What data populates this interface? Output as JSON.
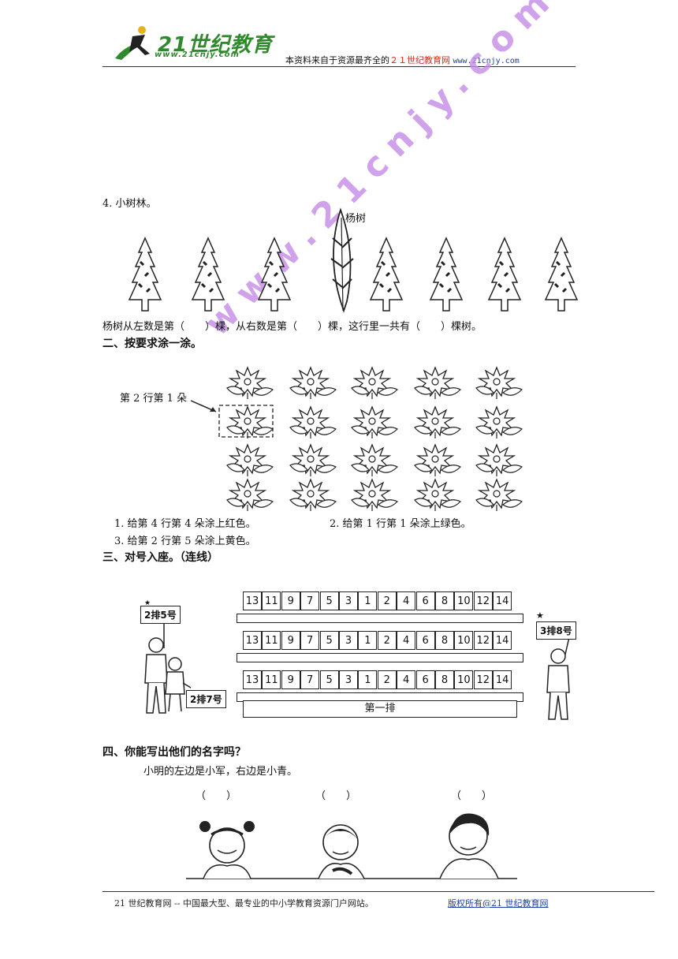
{
  "header": {
    "logo_text": "21世纪教育",
    "logo_url": "www.21cnjy.com",
    "notice_prefix": "本资料来自于资源最齐全的",
    "notice_site": "２１世纪教育网",
    "notice_url": "www.21cnjy.com"
  },
  "watermark": "www.21cnjy.com",
  "q4": {
    "title": "4. 小树林。",
    "poplar_label": "杨树",
    "question": "杨树从左数是第（　　）棵，从右数是第（　　）棵，这行里一共有（　　）棵树。"
  },
  "section2": {
    "title": "二、按要求涂一涂。",
    "callout": "第 2 行第 1 朵",
    "task1": "1. 给第 4 行第 4 朵涂上红色。",
    "task2": "2. 给第 1 行第 1 朵涂上绿色。",
    "task3": "3. 给第 2 行第 5 朵涂上黄色。"
  },
  "section3": {
    "title": "三、对号入座。（连线）",
    "seats": [
      "13",
      "11",
      "9",
      "7",
      "5",
      "3",
      "1",
      "2",
      "4",
      "6",
      "8",
      "10",
      "12",
      "14"
    ],
    "sign1": "2排5号",
    "sign2": "2排7号",
    "sign3": "3排8号",
    "row_label": "第一排"
  },
  "section4": {
    "title": "四、你能写出他们的名字吗？",
    "hint": "小明的左边是小军，右边是小青。",
    "paren1": "（　　）",
    "paren2": "（　　）",
    "paren3": "（　　）"
  },
  "footer": {
    "left": "21 世纪教育网 -- 中国最大型、最专业的中小学教育资源门户网站。",
    "right": "版权所有@21 世纪教育网"
  }
}
